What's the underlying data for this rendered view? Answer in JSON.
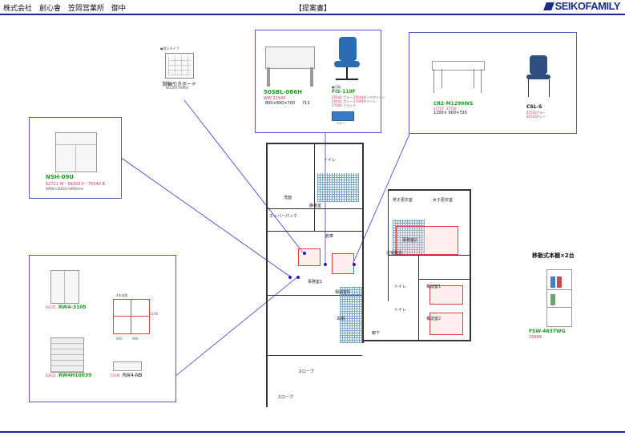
{
  "header": {
    "client": "株式会社　創心會　笠岡営業所　御中",
    "title": "【提案書】",
    "logo": "SEIKOFAMILY"
  },
  "board_item": {
    "type_label": "●提示タイプ",
    "name": "脚輪引きボード",
    "size": "W1200×H900"
  },
  "desk_item": {
    "model": "50SBL-086H",
    "code": "WW 31545",
    "size": "800×600×700",
    "price": "713",
    "chair_label": "●回転",
    "chair_model": "FIS-119F",
    "chair_codes": [
      "25640",
      "25642",
      "27000",
      "25641",
      "27001"
    ],
    "chair_colors": [
      "ブルー",
      "グレー",
      "ブラック",
      "ダークグリーン",
      "グリーン"
    ],
    "swatch_label": "ブルー"
  },
  "table_item": {
    "model": "CR2-M1290WS",
    "codes": [
      "27757",
      "27758"
    ],
    "size": "1200× 900×720",
    "chair_model": "CSL-S",
    "chair_codes": [
      "45532",
      "45533"
    ],
    "chair_colors": [
      "ブルー",
      "グレー"
    ]
  },
  "cabinet_item": {
    "model": "NSH-09U",
    "codes": "62721 W・66303 P・75540 B",
    "size": "W900×D450×H900mm"
  },
  "storage_item": {
    "code1": "90375",
    "model1": "RW4-3105",
    "code2": "62623",
    "model2": "RW4H10039",
    "plan_label": "4本並組",
    "dim1": "900",
    "dim2": "900",
    "dim_h": "1195",
    "code3": "73149",
    "model3": "RW4-NB"
  },
  "rack_item": {
    "title": "移動式本棚×2台",
    "model": "FSW-4637WG",
    "code": "15668"
  },
  "floor_plan": {
    "rooms": [
      "トイレ",
      "洗面",
      "静養室",
      "ホッパーパック",
      "倉庫",
      "事務室1",
      "相談室3",
      "玄関",
      "スロープ",
      "スロープ",
      "廊下",
      "男子更衣室",
      "女子更衣室",
      "事務室2",
      "浴室脱衣",
      "トイレ",
      "トイレ",
      "相談室1",
      "相談室2"
    ]
  },
  "colors": {
    "accent": "#1a2b8c",
    "box_border": "#5a5ad0",
    "leader": "#3a3ad0"
  }
}
